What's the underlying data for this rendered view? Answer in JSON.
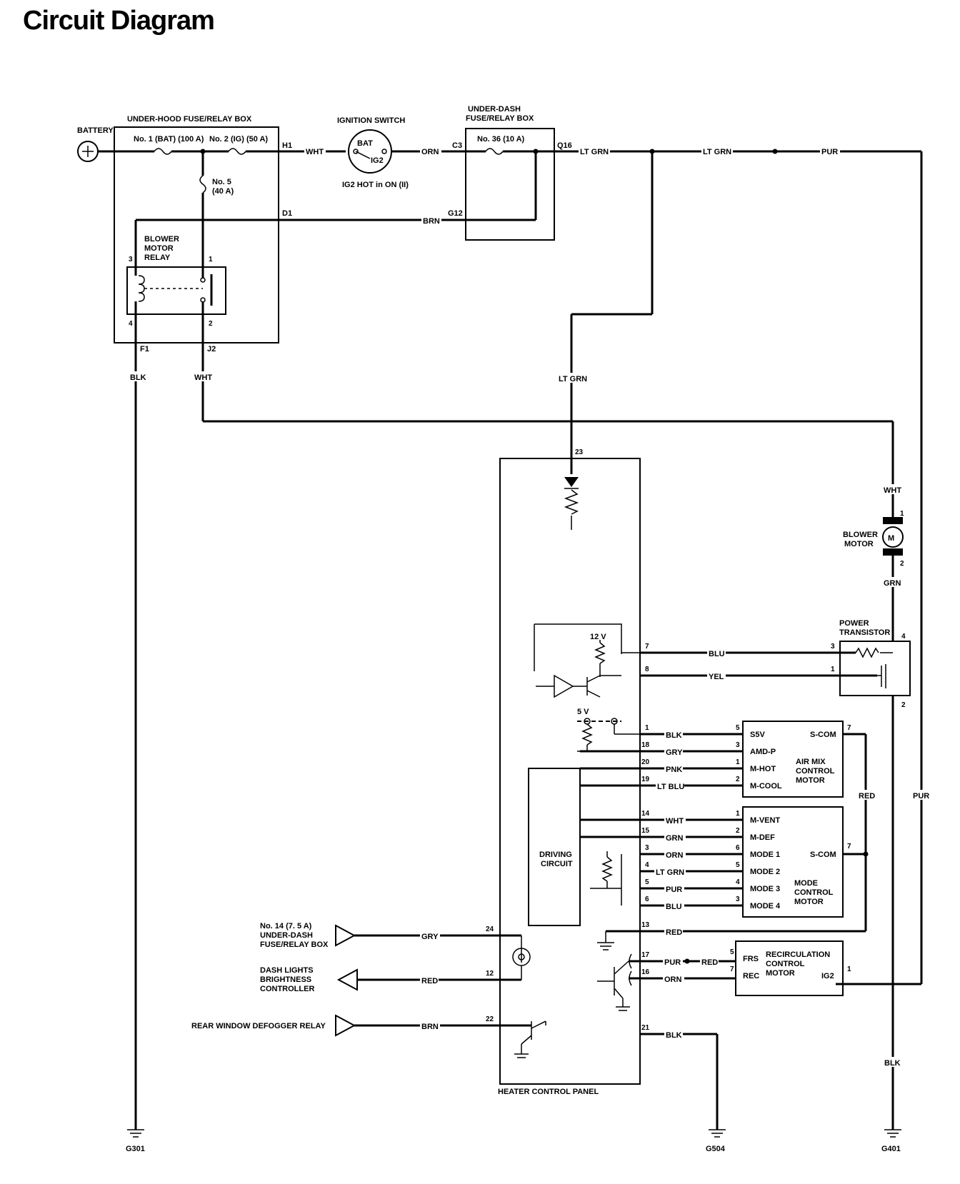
{
  "title": "Circuit Diagram",
  "components": {
    "battery": "BATTERY",
    "underhood_box": "UNDER-HOOD FUSE/RELAY BOX",
    "fuse1": "No. 1 (BAT) (100 A)",
    "fuse2": "No. 2 (IG) (50 A)",
    "fuse5_a": "No. 5",
    "fuse5_b": "(40 A)",
    "ignition_switch": "IGNITION SWITCH",
    "ig_bat": "BAT",
    "ig_ig2": "IG2",
    "ig_note": "IG2 HOT in ON (II)",
    "underdash_box_a": "UNDER-DASH",
    "underdash_box_b": "FUSE/RELAY BOX",
    "fuse36": "No. 36 (10 A)",
    "relay_a": "BLOWER",
    "relay_b": "MOTOR",
    "relay_c": "RELAY",
    "blower_a": "BLOWER",
    "blower_b": "MOTOR",
    "motor_symbol": "M",
    "power_tr_a": "POWER",
    "power_tr_b": "TRANSISTOR",
    "heater_panel": "HEATER CONTROL PANEL",
    "driving_a": "DRIVING",
    "driving_b": "CIRCUIT",
    "v12": "12 V",
    "v5": "5 V",
    "airmix_a": "AIR MIX",
    "airmix_b": "CONTROL",
    "airmix_c": "MOTOR",
    "mode_a": "MODE",
    "mode_b": "CONTROL",
    "mode_c": "MOTOR",
    "recirc_a": "RECIRCULATION",
    "recirc_b": "CONTROL",
    "recirc_c": "MOTOR",
    "ud14_a": "No. 14 (7. 5 A)",
    "ud14_b": "UNDER-DASH",
    "ud14_c": "FUSE/RELAY BOX",
    "dash_a": "DASH LIGHTS",
    "dash_b": "BRIGHTNESS",
    "dash_c": "CONTROLLER",
    "defogger": "REAR WINDOW DEFOGGER RELAY",
    "g301": "G301",
    "g504": "G504",
    "g401": "G401"
  },
  "airmix_terms": [
    "S5V",
    "AMD-P",
    "M-HOT",
    "M-COOL",
    "S-COM"
  ],
  "mode_terms": [
    "M-VENT",
    "M-DEF",
    "MODE 1",
    "MODE 2",
    "MODE 3",
    "MODE 4",
    "S-COM"
  ],
  "recirc_terms": [
    "FRS",
    "REC",
    "IG2"
  ],
  "connectors": {
    "h1": "H1",
    "d1": "D1",
    "f1": "F1",
    "j2": "J2",
    "c3": "C3",
    "q16": "Q16",
    "g12": "G12"
  },
  "wires": {
    "wht_h1": "WHT",
    "orn_c3": "ORN",
    "ltgrn_q16": "LT GRN",
    "ltgrn_top": "LT GRN",
    "pur_top": "PUR",
    "brn_d1": "BRN",
    "blk_f1": "BLK",
    "wht_j2": "WHT",
    "ltgrn_23": "LT GRN",
    "wht_motor": "WHT",
    "grn_motor": "GRN",
    "blu_7": "BLU",
    "yel_8": "YEL",
    "blk_1": "BLK",
    "gry_18": "GRY",
    "pnk_20": "PNK",
    "ltblu_19": "LT BLU",
    "wht_14": "WHT",
    "grn_15": "GRN",
    "orn_3": "ORN",
    "ltgrn_4": "LT GRN",
    "pur_5": "PUR",
    "blu_6": "BLU",
    "red_13": "RED",
    "pur_17": "PUR",
    "red_17": "RED",
    "orn_16": "ORN",
    "blk_21": "BLK",
    "red_right": "RED",
    "pur_right": "PUR",
    "blk_right": "BLK",
    "gry_24": "GRY",
    "red_12": "RED",
    "brn_22": "BRN"
  },
  "pins": {
    "relay3": "3",
    "relay1": "1",
    "relay4": "4",
    "relay2": "2",
    "p23": "23",
    "p7": "7",
    "p8": "8",
    "p1": "1",
    "p18": "18",
    "p20": "20",
    "p19": "19",
    "p14": "14",
    "p15": "15",
    "p3": "3",
    "p4": "4",
    "p5": "5",
    "p6": "6",
    "p13": "13",
    "p17": "17",
    "p16": "16",
    "p21": "21",
    "p24": "24",
    "p12": "12",
    "p22": "22",
    "bm1": "1",
    "bm2": "2",
    "pt3": "3",
    "pt1": "1",
    "pt4": "4",
    "pt2": "2",
    "am5": "5",
    "am3": "3",
    "am1": "1",
    "am2": "2",
    "am7": "7",
    "md1": "1",
    "md2": "2",
    "md6": "6",
    "md5": "5",
    "md4": "4",
    "md3": "3",
    "md7": "7",
    "rc5": "5",
    "rc7": "7",
    "rc1": "1"
  }
}
